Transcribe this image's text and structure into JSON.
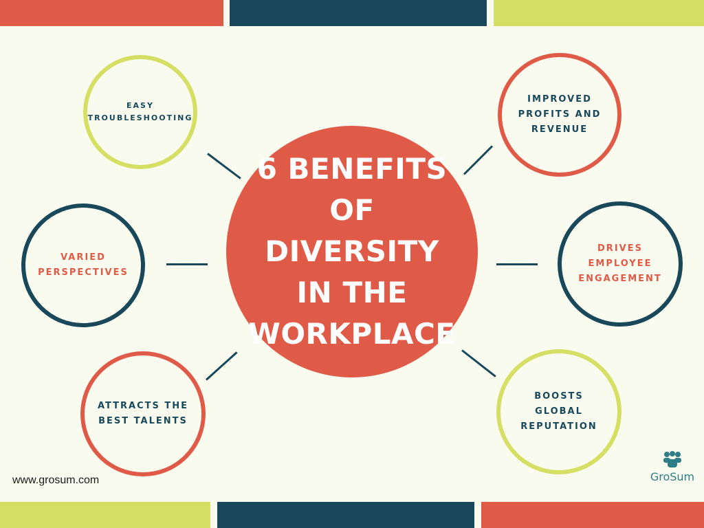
{
  "colors": {
    "red": "#e05a48",
    "navy": "#18485a",
    "lime": "#d4df63",
    "background": "#f9fbef",
    "logo_teal": "#2f7d87"
  },
  "center": {
    "title": "6 BENEFITS\nOF DIVERSITY\nIN THE\nWORKPLACE"
  },
  "benefits": [
    {
      "label": "EASY\nTROUBLESHOOTING",
      "ring": "lime",
      "text_color": "navy"
    },
    {
      "label": "VARIED\nPERSPECTIVES",
      "ring": "navy",
      "text_color": "red"
    },
    {
      "label": "ATTRACTS THE\nBEST TALENTS",
      "ring": "red",
      "text_color": "navy"
    },
    {
      "label": "IMPROVED\nPROFITS AND\nREVENUE",
      "ring": "red",
      "text_color": "navy"
    },
    {
      "label": "DRIVES\nEMPLOYEE\nENGAGEMENT",
      "ring": "navy",
      "text_color": "red"
    },
    {
      "label": "BOOSTS\nGLOBAL\nREPUTATION",
      "ring": "lime",
      "text_color": "navy"
    }
  ],
  "footer": {
    "website": "www.grosum.com",
    "logo_text": "GroSum",
    "logo_icon": "people-group-icon"
  }
}
